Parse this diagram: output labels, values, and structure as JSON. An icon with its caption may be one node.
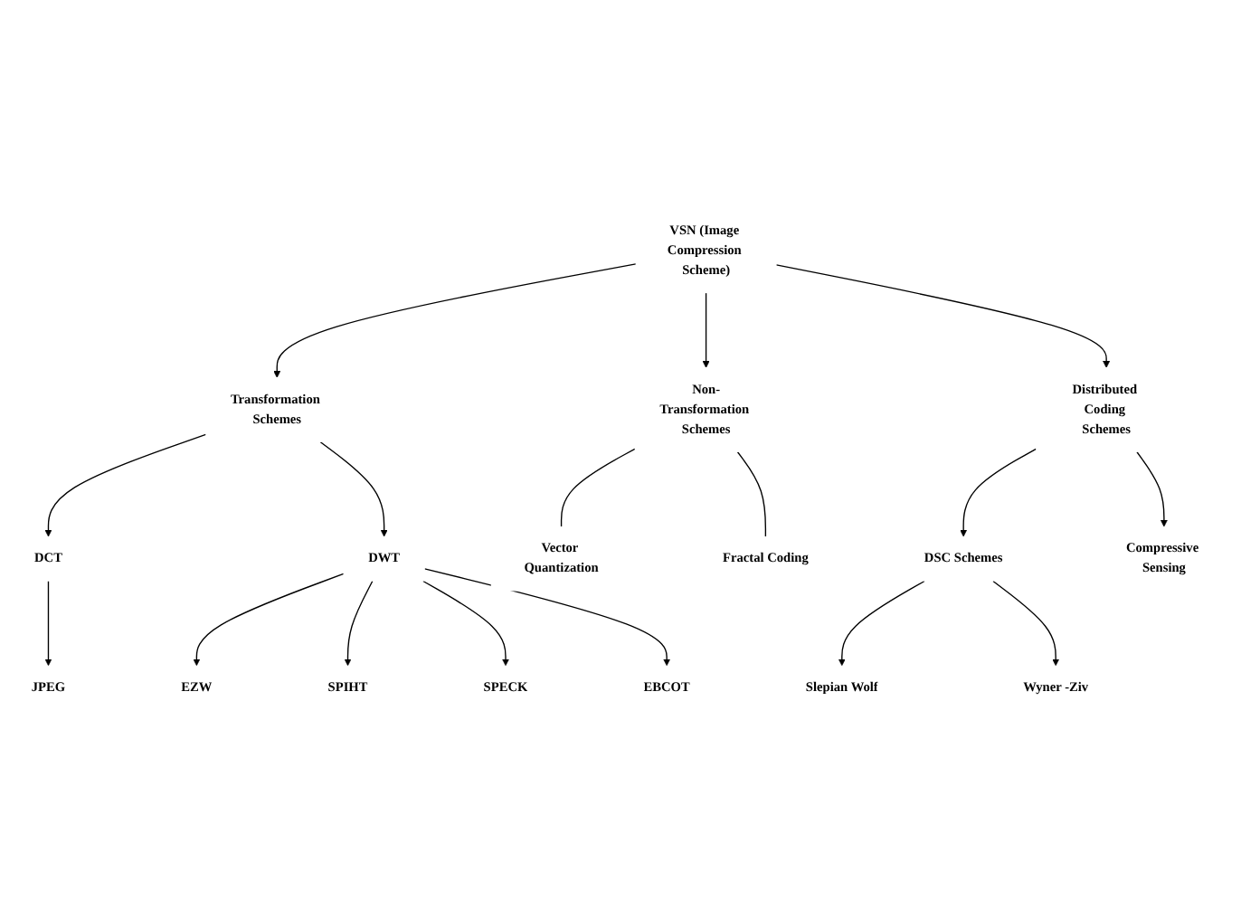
{
  "diagram": {
    "nodes": [
      {
        "text": [
          "VSN (Image Compression Scheme)"
        ]
      },
      {
        "text": [
          "Transformation Schemes"
        ]
      },
      {
        "text": [
          "Non-Transformation Schemes"
        ]
      },
      {
        "text": [
          "Distributed Coding Schemes"
        ]
      },
      {
        "text": [
          "DCT"
        ]
      },
      {
        "text": [
          "DWT"
        ]
      },
      {
        "text": [
          "Vector Quantization"
        ]
      },
      {
        "text": [
          "Fractal Coding"
        ]
      },
      {
        "text": [
          "DSC Schemes"
        ]
      },
      {
        "text": [
          "Compressive Sensing"
        ]
      },
      {
        "text": [
          "JPEG"
        ]
      },
      {
        "text": [
          "EZW"
        ]
      },
      {
        "text": [
          "SPIHT"
        ]
      },
      {
        "text": [
          "SPECK"
        ]
      },
      {
        "text": [
          "EBCOT"
        ]
      },
      {
        "text": [
          "Slepian Wolf"
        ]
      },
      {
        "text": [
          "Wyner -Ziv"
        ]
      }
    ],
    "edges": [
      {
        "from": 0,
        "to": 1,
        "arrow": "to"
      },
      {
        "from": 0,
        "to": 2,
        "arrow": "to"
      },
      {
        "from": 0,
        "to": 3,
        "arrow": "to"
      },
      {
        "from": 1,
        "to": 4,
        "arrow": "to"
      },
      {
        "from": 1,
        "to": 5,
        "arrow": "to"
      },
      {
        "from": 2,
        "to": 6,
        "arrow": "none"
      },
      {
        "from": 2,
        "to": 7,
        "arrow": "none"
      },
      {
        "from": 3,
        "to": 8,
        "arrow": "to"
      },
      {
        "from": 3,
        "to": 9,
        "arrow": "to"
      },
      {
        "from": 4,
        "to": 10,
        "arrow": "to"
      },
      {
        "from": 5,
        "to": 11,
        "arrow": "to"
      },
      {
        "from": 5,
        "to": 12,
        "arrow": "to"
      },
      {
        "from": 5,
        "to": 13,
        "arrow": "to"
      },
      {
        "from": 5,
        "to": 14,
        "arrow": "to"
      },
      {
        "from": 8,
        "to": 15,
        "arrow": "to"
      },
      {
        "from": 8,
        "to": 16,
        "arrow": "to"
      }
    ]
  }
}
